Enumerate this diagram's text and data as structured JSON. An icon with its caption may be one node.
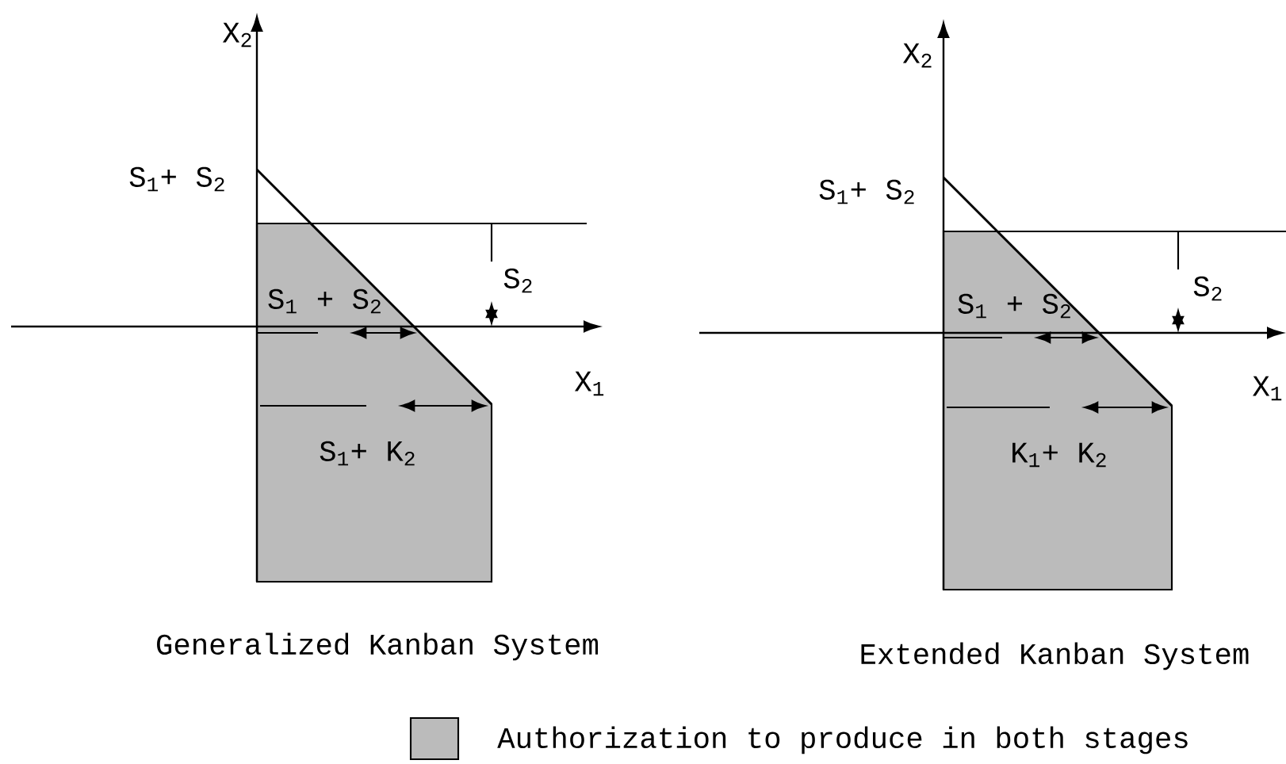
{
  "diagram": {
    "labels": [
      "X$_{2}$",
      "S$_{1}$+ S$_{2}$",
      "S$_{1}$ + S$_{2}$",
      "S$_{2}$",
      "X$_{1}$",
      "S$_{1}$+ K$_{2}$",
      "X$_{2}$",
      "S$_{1}$+ S$_{2}$",
      "S$_{2}$",
      "S$_{1}$ + S$_{2}$",
      "X$_{1}$",
      "K$_{1}$+ K$_{2}$",
      "Generalized Kanban System",
      "Extended Kanban System"
    ],
    "legend": [
      {
        "text": "Authorization to produce in both stages",
        "color": "#bbbbbb"
      }
    ]
  }
}
